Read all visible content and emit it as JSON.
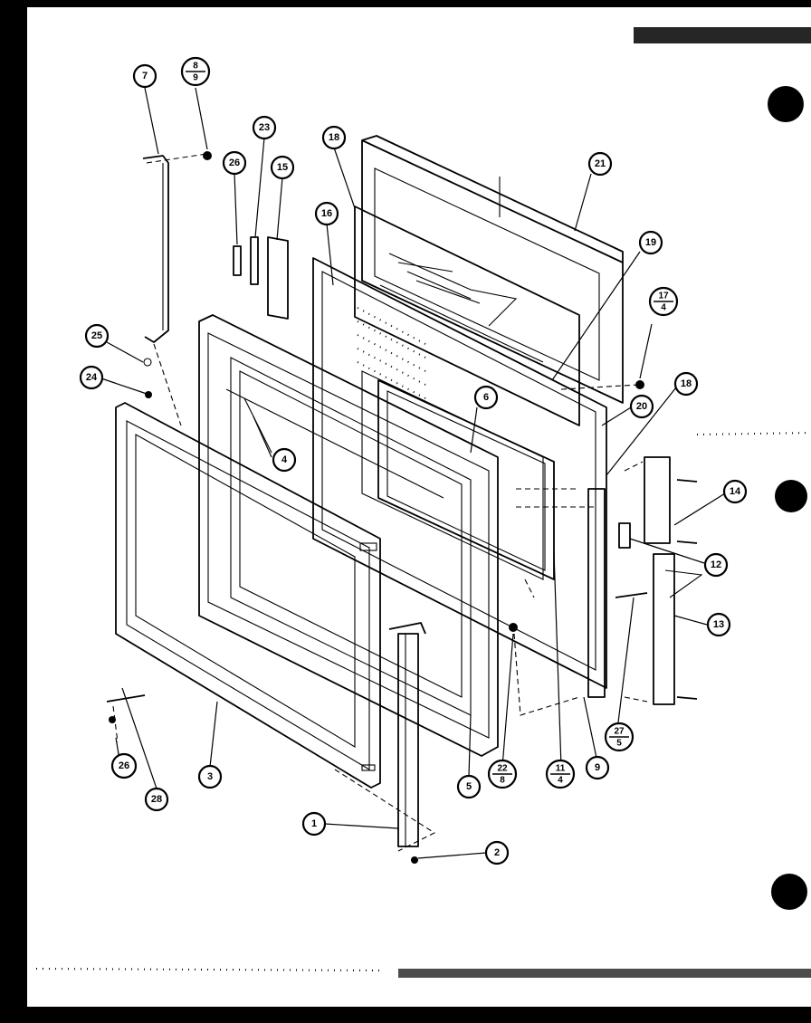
{
  "diagram": {
    "callouts": [
      {
        "id": "c7",
        "label": "7"
      },
      {
        "id": "c8-9",
        "label_top": "8",
        "label_bottom": "9"
      },
      {
        "id": "c23",
        "label": "23"
      },
      {
        "id": "c26a",
        "label": "26"
      },
      {
        "id": "c15",
        "label": "15"
      },
      {
        "id": "c18a",
        "label": "18"
      },
      {
        "id": "c16",
        "label": "16"
      },
      {
        "id": "c21",
        "label": "21"
      },
      {
        "id": "c19",
        "label": "19"
      },
      {
        "id": "c17-4",
        "label_top": "17",
        "label_bottom": "4"
      },
      {
        "id": "c25",
        "label": "25"
      },
      {
        "id": "c24",
        "label": "24"
      },
      {
        "id": "c6",
        "label": "6"
      },
      {
        "id": "c20",
        "label": "20"
      },
      {
        "id": "c18b",
        "label": "18"
      },
      {
        "id": "c4",
        "label": "4"
      },
      {
        "id": "c14",
        "label": "14"
      },
      {
        "id": "c12",
        "label": "12"
      },
      {
        "id": "c13",
        "label": "13"
      },
      {
        "id": "c27-5",
        "label_top": "27",
        "label_bottom": "5"
      },
      {
        "id": "c22-8",
        "label_top": "22",
        "label_bottom": "8"
      },
      {
        "id": "c11-4",
        "label_top": "11",
        "label_bottom": "4"
      },
      {
        "id": "c9",
        "label": "9"
      },
      {
        "id": "c5",
        "label": "5"
      },
      {
        "id": "c3",
        "label": "3"
      },
      {
        "id": "c28",
        "label": "28"
      },
      {
        "id": "c26b",
        "label": "26"
      },
      {
        "id": "c1",
        "label": "1"
      },
      {
        "id": "c2",
        "label": "2"
      }
    ]
  }
}
